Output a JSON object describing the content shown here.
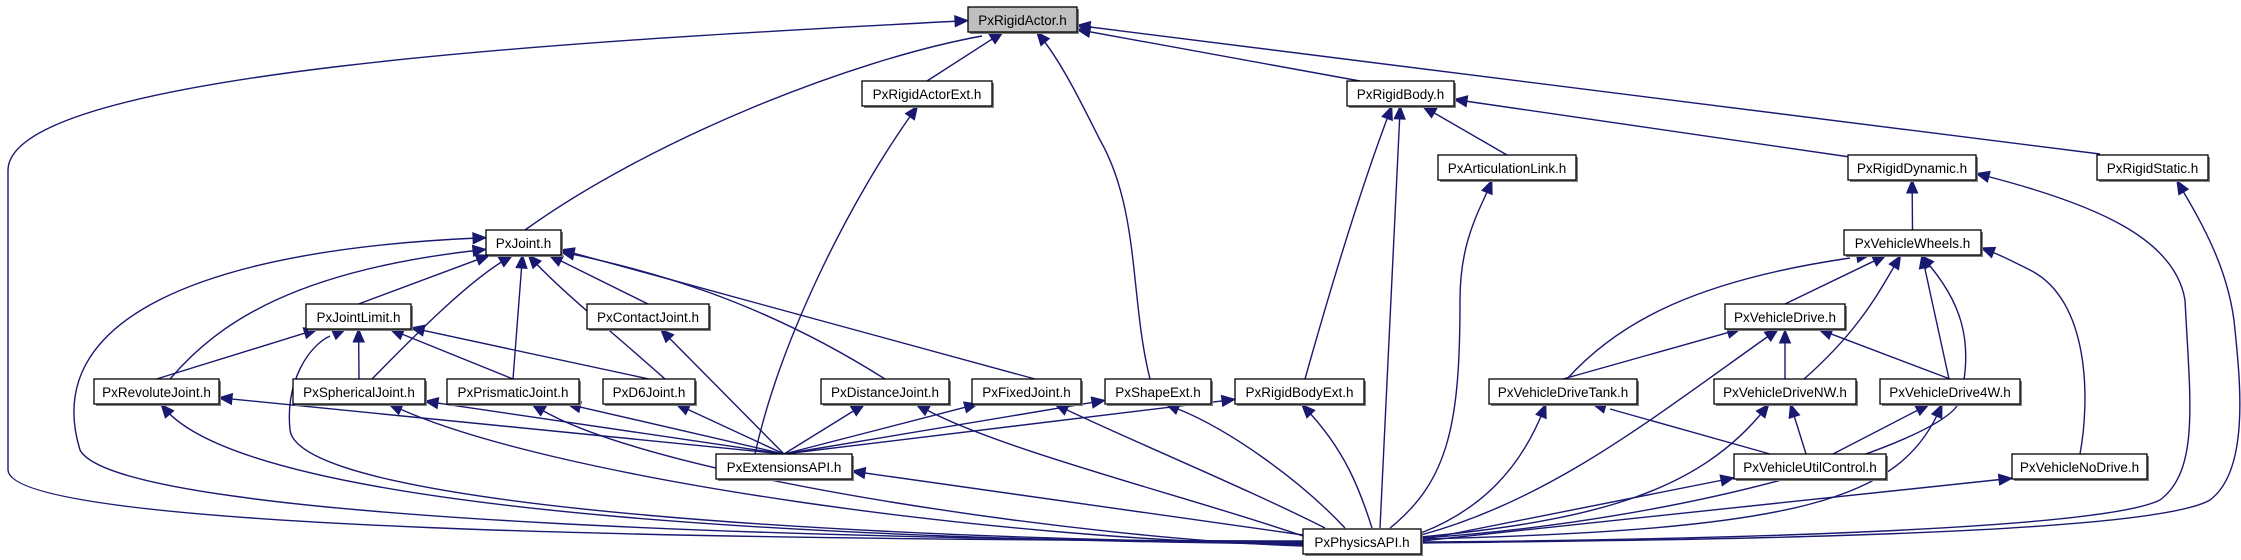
{
  "title": "PxRigidActor.h include dependency graph",
  "colors": {
    "edge": "#191970",
    "highlight_fill": "#bfbfbf",
    "node_fill": "#ffffff",
    "node_border": "#000000"
  },
  "focus_node": "PxRigidActor.h",
  "nodes": [
    {
      "id": "PxRigidActor",
      "label": "PxRigidActor.h"
    },
    {
      "id": "PxRigidActorExt",
      "label": "PxRigidActorExt.h"
    },
    {
      "id": "PxRigidBody",
      "label": "PxRigidBody.h"
    },
    {
      "id": "PxArticulationLink",
      "label": "PxArticulationLink.h"
    },
    {
      "id": "PxRigidDynamic",
      "label": "PxRigidDynamic.h"
    },
    {
      "id": "PxRigidStatic",
      "label": "PxRigidStatic.h"
    },
    {
      "id": "PxJoint",
      "label": "PxJoint.h"
    },
    {
      "id": "PxVehicleWheels",
      "label": "PxVehicleWheels.h"
    },
    {
      "id": "PxJointLimit",
      "label": "PxJointLimit.h"
    },
    {
      "id": "PxContactJoint",
      "label": "PxContactJoint.h"
    },
    {
      "id": "PxVehicleDrive",
      "label": "PxVehicleDrive.h"
    },
    {
      "id": "PxRevoluteJoint",
      "label": "PxRevoluteJoint.h"
    },
    {
      "id": "PxSphericalJoint",
      "label": "PxSphericalJoint.h"
    },
    {
      "id": "PxPrismaticJoint",
      "label": "PxPrismaticJoint.h"
    },
    {
      "id": "PxD6Joint",
      "label": "PxD6Joint.h"
    },
    {
      "id": "PxDistanceJoint",
      "label": "PxDistanceJoint.h"
    },
    {
      "id": "PxFixedJoint",
      "label": "PxFixedJoint.h"
    },
    {
      "id": "PxShapeExt",
      "label": "PxShapeExt.h"
    },
    {
      "id": "PxRigidBodyExt",
      "label": "PxRigidBodyExt.h"
    },
    {
      "id": "PxVehicleDriveTank",
      "label": "PxVehicleDriveTank.h"
    },
    {
      "id": "PxVehicleDriveNW",
      "label": "PxVehicleDriveNW.h"
    },
    {
      "id": "PxVehicleDrive4W",
      "label": "PxVehicleDrive4W.h"
    },
    {
      "id": "PxExtensionsAPI",
      "label": "PxExtensionsAPI.h"
    },
    {
      "id": "PxVehicleUtilControl",
      "label": "PxVehicleUtilControl.h"
    },
    {
      "id": "PxVehicleNoDrive",
      "label": "PxVehicleNoDrive.h"
    },
    {
      "id": "PxPhysicsAPI",
      "label": "PxPhysicsAPI.h"
    }
  ],
  "edges": [
    {
      "from": "PxRigidActorExt",
      "to": "PxRigidActor"
    },
    {
      "from": "PxRigidBody",
      "to": "PxRigidActor"
    },
    {
      "from": "PxRigidStatic",
      "to": "PxRigidActor"
    },
    {
      "from": "PxJoint",
      "to": "PxRigidActor"
    },
    {
      "from": "PxShapeExt",
      "to": "PxRigidActor"
    },
    {
      "from": "PxPhysicsAPI",
      "to": "PxRigidActor"
    },
    {
      "from": "PxArticulationLink",
      "to": "PxRigidBody"
    },
    {
      "from": "PxRigidDynamic",
      "to": "PxRigidBody"
    },
    {
      "from": "PxRigidBodyExt",
      "to": "PxRigidBody"
    },
    {
      "from": "PxPhysicsAPI",
      "to": "PxRigidBody"
    },
    {
      "from": "PxVehicleWheels",
      "to": "PxRigidDynamic"
    },
    {
      "from": "PxPhysicsAPI",
      "to": "PxRigidDynamic"
    },
    {
      "from": "PxPhysicsAPI",
      "to": "PxRigidStatic"
    },
    {
      "from": "PxPhysicsAPI",
      "to": "PxArticulationLink"
    },
    {
      "from": "PxExtensionsAPI",
      "to": "PxRigidActorExt"
    },
    {
      "from": "PxJointLimit",
      "to": "PxJoint"
    },
    {
      "from": "PxContactJoint",
      "to": "PxJoint"
    },
    {
      "from": "PxRevoluteJoint",
      "to": "PxJoint"
    },
    {
      "from": "PxSphericalJoint",
      "to": "PxJoint"
    },
    {
      "from": "PxPrismaticJoint",
      "to": "PxJoint"
    },
    {
      "from": "PxD6Joint",
      "to": "PxJoint"
    },
    {
      "from": "PxDistanceJoint",
      "to": "PxJoint"
    },
    {
      "from": "PxFixedJoint",
      "to": "PxJoint"
    },
    {
      "from": "PxPhysicsAPI",
      "to": "PxJoint"
    },
    {
      "from": "PxRevoluteJoint",
      "to": "PxJointLimit"
    },
    {
      "from": "PxSphericalJoint",
      "to": "PxJointLimit"
    },
    {
      "from": "PxPrismaticJoint",
      "to": "PxJointLimit"
    },
    {
      "from": "PxD6Joint",
      "to": "PxJointLimit"
    },
    {
      "from": "PxPhysicsAPI",
      "to": "PxJointLimit"
    },
    {
      "from": "PxExtensionsAPI",
      "to": "PxContactJoint"
    },
    {
      "from": "PxExtensionsAPI",
      "to": "PxRevoluteJoint"
    },
    {
      "from": "PxPhysicsAPI",
      "to": "PxRevoluteJoint"
    },
    {
      "from": "PxExtensionsAPI",
      "to": "PxSphericalJoint"
    },
    {
      "from": "PxPhysicsAPI",
      "to": "PxSphericalJoint"
    },
    {
      "from": "PxExtensionsAPI",
      "to": "PxPrismaticJoint"
    },
    {
      "from": "PxPhysicsAPI",
      "to": "PxPrismaticJoint"
    },
    {
      "from": "PxExtensionsAPI",
      "to": "PxD6Joint"
    },
    {
      "from": "PxExtensionsAPI",
      "to": "PxDistanceJoint"
    },
    {
      "from": "PxPhysicsAPI",
      "to": "PxDistanceJoint"
    },
    {
      "from": "PxExtensionsAPI",
      "to": "PxFixedJoint"
    },
    {
      "from": "PxPhysicsAPI",
      "to": "PxFixedJoint"
    },
    {
      "from": "PxExtensionsAPI",
      "to": "PxShapeExt"
    },
    {
      "from": "PxPhysicsAPI",
      "to": "PxShapeExt"
    },
    {
      "from": "PxExtensionsAPI",
      "to": "PxRigidBodyExt"
    },
    {
      "from": "PxPhysicsAPI",
      "to": "PxRigidBodyExt"
    },
    {
      "from": "PxPhysicsAPI",
      "to": "PxExtensionsAPI"
    },
    {
      "from": "PxVehicleDrive",
      "to": "PxVehicleWheels"
    },
    {
      "from": "PxVehicleDriveTank",
      "to": "PxVehicleWheels"
    },
    {
      "from": "PxVehicleDriveNW",
      "to": "PxVehicleWheels"
    },
    {
      "from": "PxVehicleDrive4W",
      "to": "PxVehicleWheels"
    },
    {
      "from": "PxVehicleNoDrive",
      "to": "PxVehicleWheels"
    },
    {
      "from": "PxPhysicsAPI",
      "to": "PxVehicleWheels"
    },
    {
      "from": "PxVehicleDriveTank",
      "to": "PxVehicleDrive"
    },
    {
      "from": "PxVehicleDriveNW",
      "to": "PxVehicleDrive"
    },
    {
      "from": "PxVehicleDrive4W",
      "to": "PxVehicleDrive"
    },
    {
      "from": "PxPhysicsAPI",
      "to": "PxVehicleDrive"
    },
    {
      "from": "PxVehicleUtilControl",
      "to": "PxVehicleDriveTank"
    },
    {
      "from": "PxPhysicsAPI",
      "to": "PxVehicleDriveTank"
    },
    {
      "from": "PxVehicleUtilControl",
      "to": "PxVehicleDriveNW"
    },
    {
      "from": "PxPhysicsAPI",
      "to": "PxVehicleDriveNW"
    },
    {
      "from": "PxVehicleUtilControl",
      "to": "PxVehicleDrive4W"
    },
    {
      "from": "PxPhysicsAPI",
      "to": "PxVehicleDrive4W"
    },
    {
      "from": "PxPhysicsAPI",
      "to": "PxVehicleUtilControl"
    },
    {
      "from": "PxPhysicsAPI",
      "to": "PxVehicleNoDrive"
    }
  ]
}
